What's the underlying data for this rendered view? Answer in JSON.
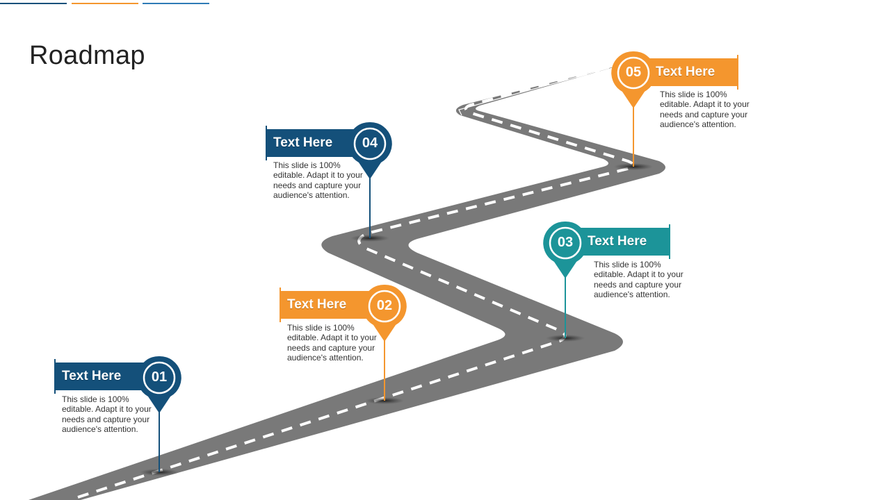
{
  "title": "Roadmap",
  "colors": {
    "navy": "#14507a",
    "orange": "#f4962e",
    "teal": "#1c9499",
    "accent_blue": "#2e7bb6",
    "road": "#797979",
    "road_marking": "#ffffff"
  },
  "milestones": [
    {
      "number": "01",
      "heading": "Text Here",
      "text": "This slide is 100% editable. Adapt it to your needs and capture your audience's attention.",
      "color": "#14507a",
      "icon": "map-pin-icon"
    },
    {
      "number": "02",
      "heading": "Text Here",
      "text": "This slide is 100% editable. Adapt it to your needs and capture your audience's attention.",
      "color": "#f4962e",
      "icon": "map-pin-icon"
    },
    {
      "number": "03",
      "heading": "Text Here",
      "text": "This slide is 100% editable. Adapt it to your needs and capture your audience's attention.",
      "color": "#1c9499",
      "icon": "map-pin-icon"
    },
    {
      "number": "04",
      "heading": "Text Here",
      "text": "This slide is 100% editable. Adapt it to your needs and capture your audience's attention.",
      "color": "#14507a",
      "icon": "map-pin-icon"
    },
    {
      "number": "05",
      "heading": "Text Here",
      "text": "This slide is 100% editable. Adapt it to your needs and capture your audience's attention.",
      "color": "#f4962e",
      "icon": "map-pin-icon"
    }
  ]
}
